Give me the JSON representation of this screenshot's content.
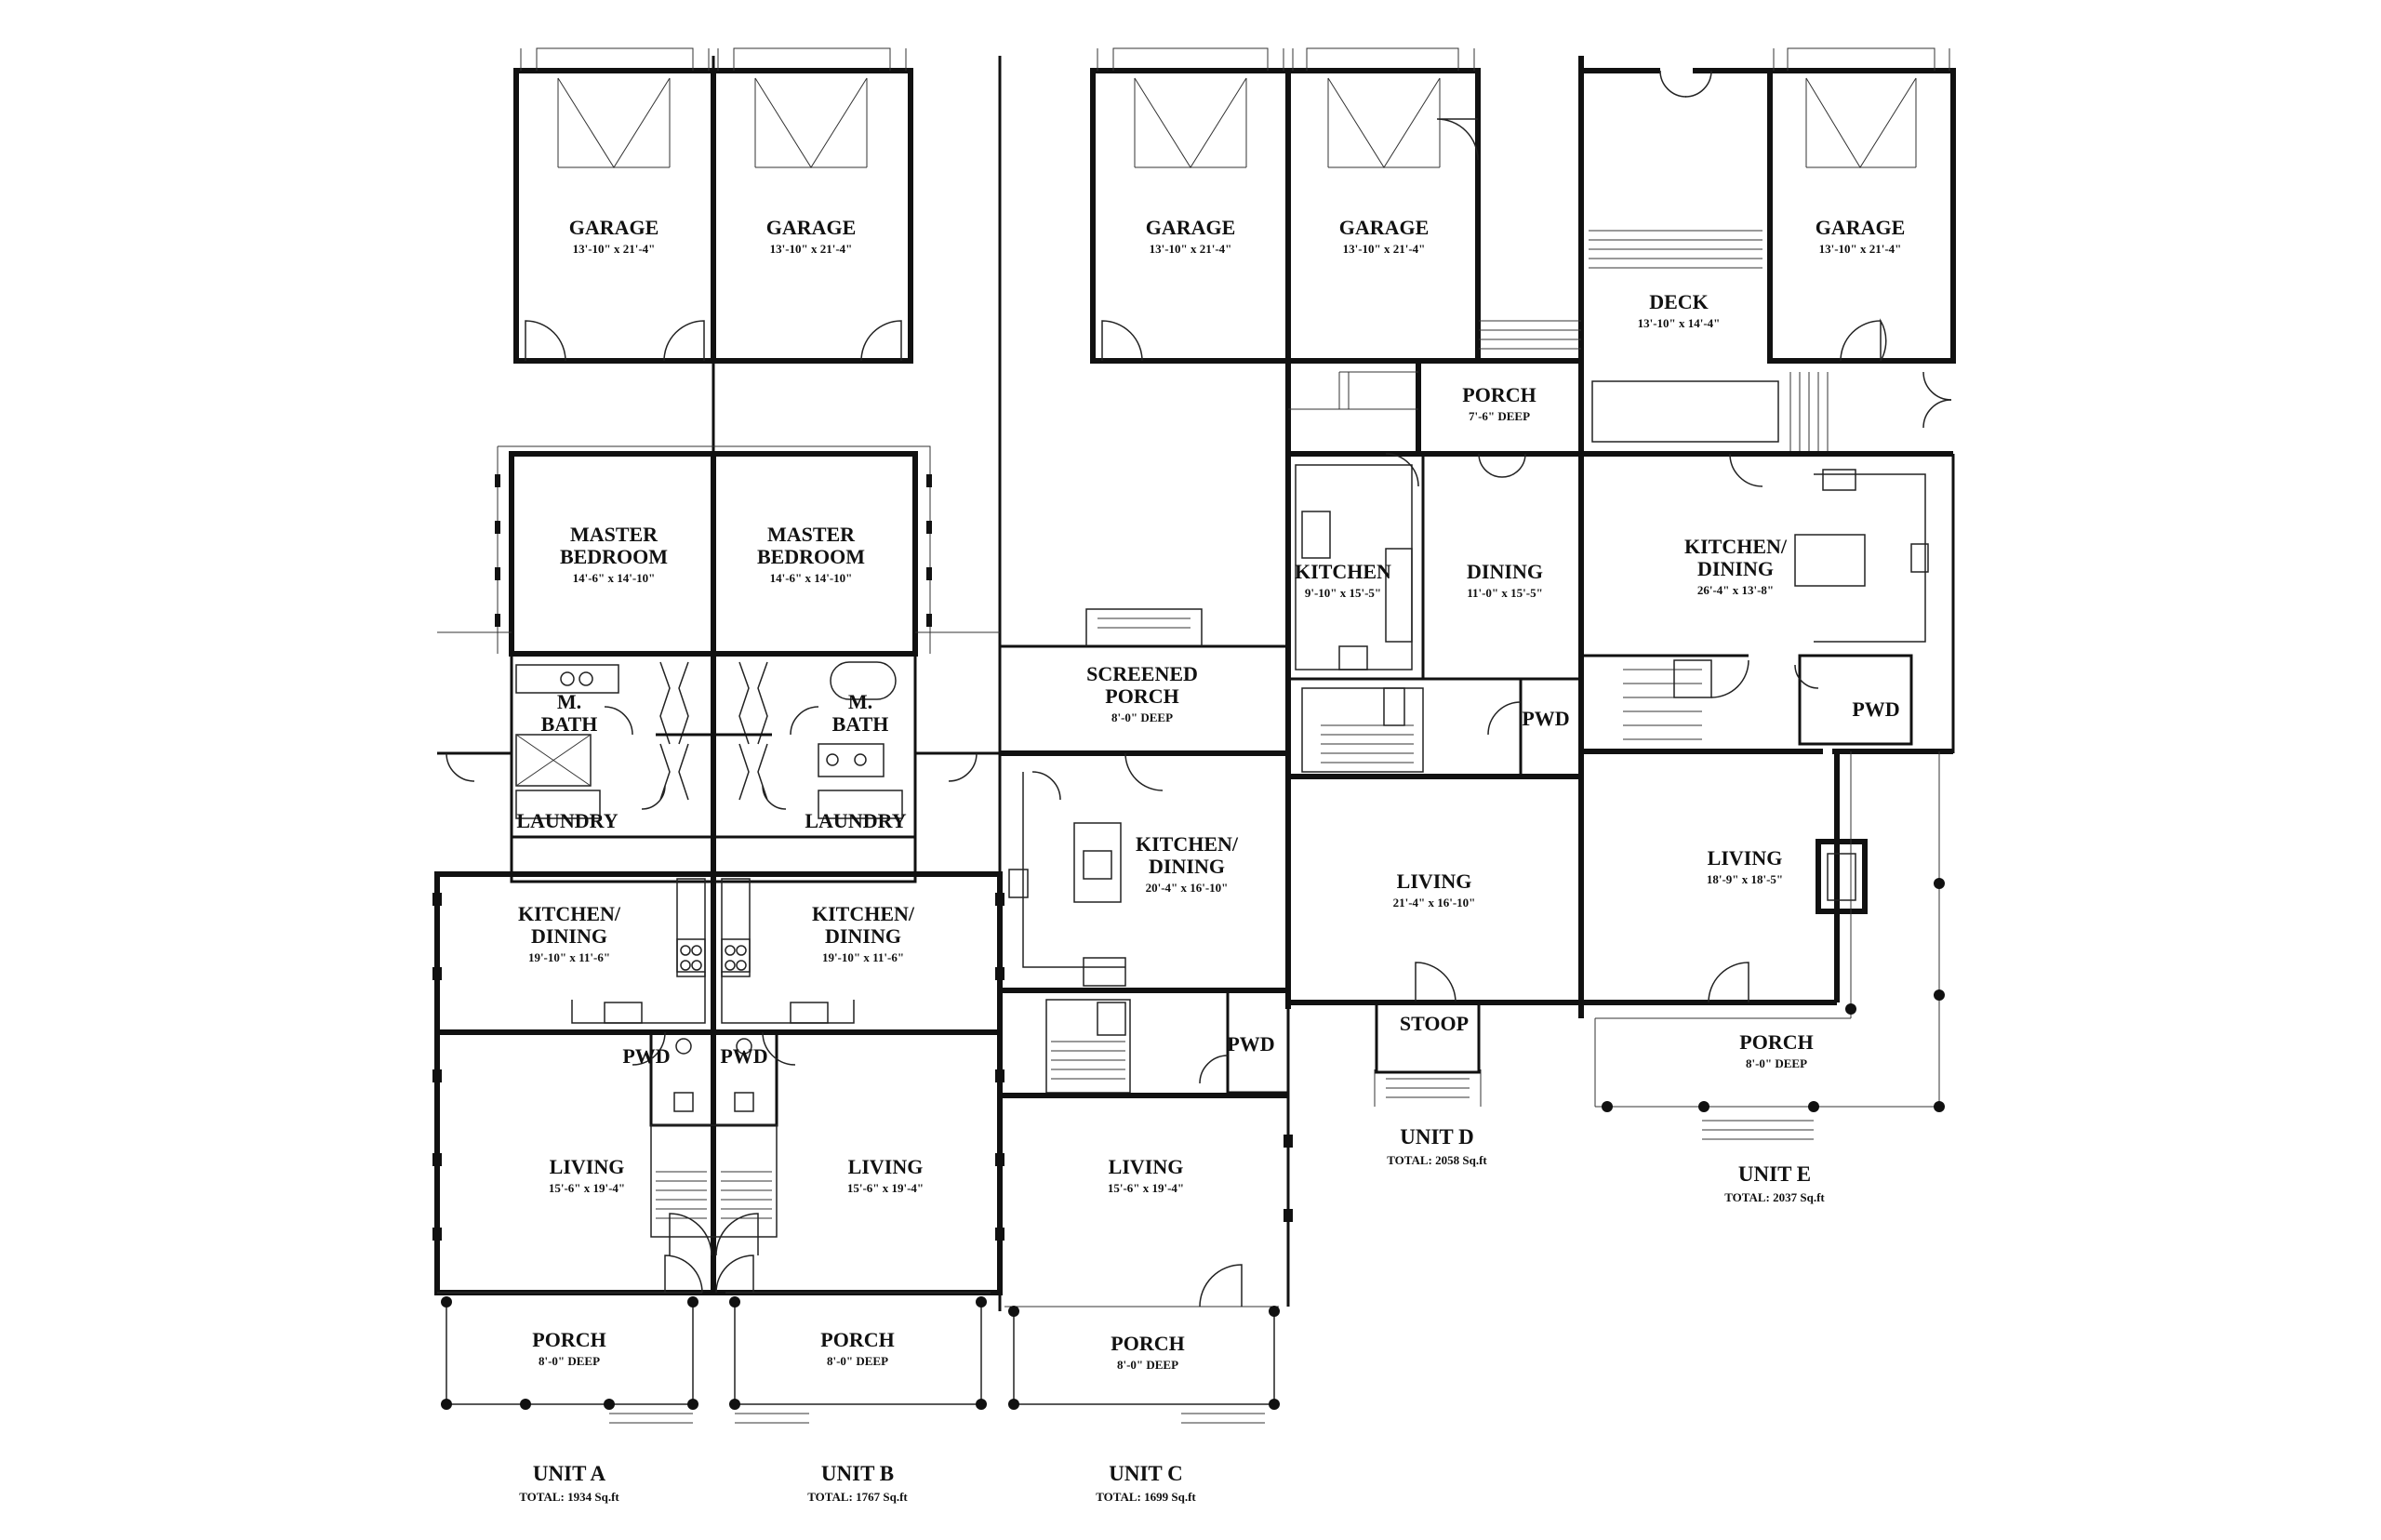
{
  "units": [
    {
      "name": "UNIT A",
      "total": "TOTAL: 1934 Sq.ft"
    },
    {
      "name": "UNIT B",
      "total": "TOTAL: 1767 Sq.ft"
    },
    {
      "name": "UNIT C",
      "total": "TOTAL: 1699 Sq.ft"
    },
    {
      "name": "UNIT D",
      "total": "TOTAL: 2058 Sq.ft"
    },
    {
      "name": "UNIT E",
      "total": "TOTAL: 2037 Sq.ft"
    }
  ],
  "rooms": [
    {
      "name": "GARAGE",
      "dim": "13'-10\" x 21'-4\""
    },
    {
      "name": "GARAGE",
      "dim": "13'-10\" x 21'-4\""
    },
    {
      "name": "GARAGE",
      "dim": "13'-10\" x 21'-4\""
    },
    {
      "name": "GARAGE",
      "dim": "13'-10\" x 21'-4\""
    },
    {
      "name": "GARAGE",
      "dim": "13'-10\" x 21'-4\""
    },
    {
      "name": "DECK",
      "dim": "13'-10\" x 14'-4\""
    },
    {
      "name": "PORCH",
      "dim": "7'-6\" DEEP"
    },
    {
      "name": [
        "MASTER",
        "BEDROOM"
      ],
      "dim": "14'-6\" x 14'-10\""
    },
    {
      "name": [
        "MASTER",
        "BEDROOM"
      ],
      "dim": "14'-6\" x 14'-10\""
    },
    {
      "name": "KITCHEN",
      "dim": "9'-10\" x 15'-5\""
    },
    {
      "name": "DINING",
      "dim": "11'-0\" x 15'-5\""
    },
    {
      "name": [
        "KITCHEN/",
        "DINING"
      ],
      "dim": "26'-4\" x 13'-8\""
    },
    {
      "name": [
        "SCREENED",
        "PORCH"
      ],
      "dim": "8'-0\" DEEP"
    },
    {
      "name": [
        "M.",
        "BATH"
      ],
      "dim": ""
    },
    {
      "name": [
        "M.",
        "BATH"
      ],
      "dim": ""
    },
    {
      "name": "LAUNDRY",
      "dim": ""
    },
    {
      "name": "LAUNDRY",
      "dim": ""
    },
    {
      "name": "PWD",
      "dim": ""
    },
    {
      "name": "PWD",
      "dim": ""
    },
    {
      "name": [
        "KITCHEN/",
        "DINING"
      ],
      "dim": "20'-4\" x 16'-10\""
    },
    {
      "name": "LIVING",
      "dim": "21'-4\" x 16'-10\""
    },
    {
      "name": "LIVING",
      "dim": "18'-9\" x 18'-5\""
    },
    {
      "name": [
        "KITCHEN/",
        "DINING"
      ],
      "dim": "19'-10\" x 11'-6\""
    },
    {
      "name": [
        "KITCHEN/",
        "DINING"
      ],
      "dim": "19'-10\" x 11'-6\""
    },
    {
      "name": "PWD",
      "dim": ""
    },
    {
      "name": "PWD",
      "dim": ""
    },
    {
      "name": "PWD",
      "dim": ""
    },
    {
      "name": "STOOP",
      "dim": ""
    },
    {
      "name": "PORCH",
      "dim": "8'-0\" DEEP"
    },
    {
      "name": "LIVING",
      "dim": "15'-6\" x 19'-4\""
    },
    {
      "name": "LIVING",
      "dim": "15'-6\" x 19'-4\""
    },
    {
      "name": "LIVING",
      "dim": "15'-6\" x 19'-4\""
    },
    {
      "name": "PORCH",
      "dim": "8'-0\" DEEP"
    },
    {
      "name": "PORCH",
      "dim": "8'-0\" DEEP"
    },
    {
      "name": "PORCH",
      "dim": "8'-0\" DEEP"
    }
  ]
}
